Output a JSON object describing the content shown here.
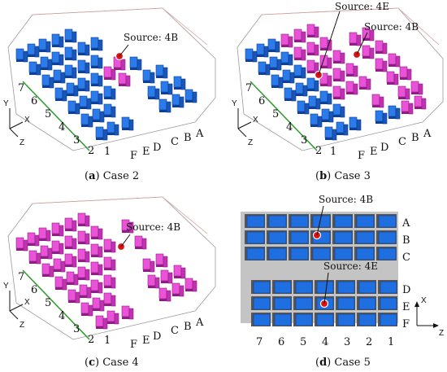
{
  "panels": {
    "a": {
      "letter": "a",
      "caption": "Case 2",
      "source_label": "Source: 4B",
      "row_labels": [
        "7",
        "6",
        "5",
        "4",
        "3",
        "2",
        "1"
      ],
      "col_labels": [
        "F",
        "E",
        "D",
        "C",
        "B",
        "A"
      ],
      "axes": {
        "y": "Y",
        "x": "X",
        "z": "Z"
      }
    },
    "b": {
      "letter": "b",
      "caption": "Case 3",
      "source_labels": [
        "Source: 4E",
        "Source: 4B"
      ],
      "row_labels": [
        "7",
        "6",
        "5",
        "4",
        "3",
        "2",
        "1"
      ],
      "col_labels": [
        "F",
        "E",
        "D",
        "C",
        "B",
        "A"
      ],
      "axes": {
        "y": "Y",
        "x": "X",
        "z": "Z"
      }
    },
    "c": {
      "letter": "c",
      "caption": "Case 4",
      "source_label": "Source: 4B",
      "row_labels": [
        "7",
        "6",
        "5",
        "4",
        "3",
        "2",
        "1"
      ],
      "col_labels": [
        "F",
        "E",
        "D",
        "C",
        "B",
        "A"
      ],
      "axes": {
        "y": "Y",
        "x": "X",
        "z": "Z"
      }
    },
    "d": {
      "letter": "d",
      "caption": "Case 5",
      "source_labels": [
        "Source: 4B",
        "Source: 4E"
      ],
      "col_labels_right": [
        "A",
        "B",
        "C",
        "D",
        "E",
        "F"
      ],
      "row_labels_bottom": [
        "7",
        "6",
        "5",
        "4",
        "3",
        "2",
        "1"
      ],
      "axes": {
        "x": "X",
        "z": "Z"
      }
    }
  },
  "colors": {
    "seat_blue": "#1f6fe0",
    "seat_magenta": "#e040d0",
    "source_dot": "#e01010",
    "aisle_gray": "#c0c0c0",
    "floor_green": "#2a9a2a"
  }
}
